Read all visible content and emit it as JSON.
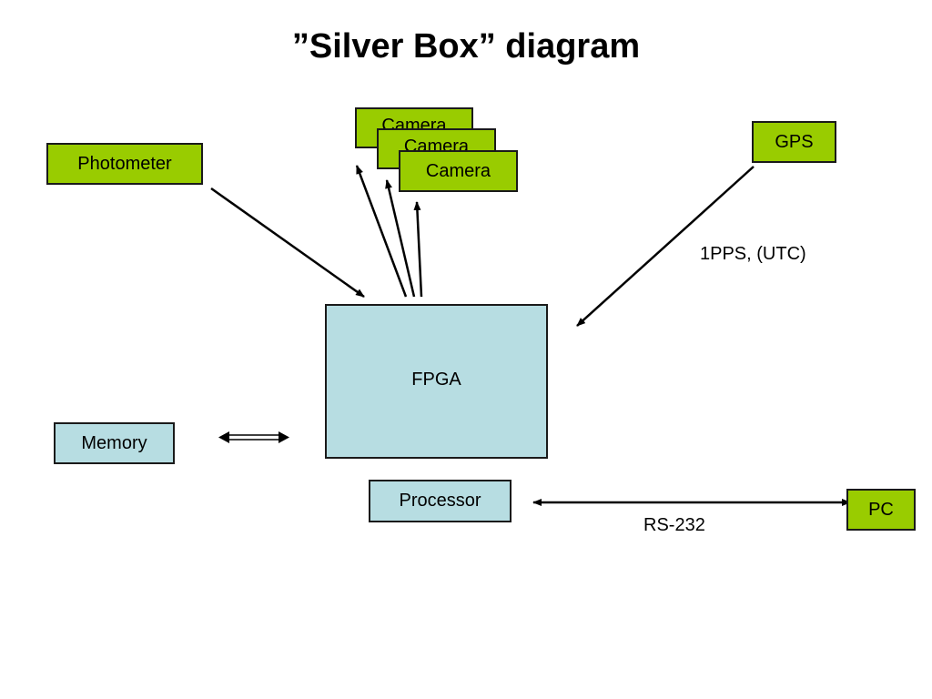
{
  "title": "”Silver Box” diagram",
  "nodes": {
    "photometer": "Photometer",
    "camera_1": "Camera",
    "camera_2": "Camera",
    "camera_3": "Camera",
    "gps": "GPS",
    "fpga": "FPGA",
    "memory": "Memory",
    "processor": "Processor",
    "pc": "PC"
  },
  "edge_labels": {
    "gps_link": "1PPS, (UTC)",
    "pc_link": "RS-232"
  },
  "colors": {
    "peripheral_fill": "#99cc00",
    "core_fill": "#b7dde2",
    "border": "#1a1a1a"
  }
}
